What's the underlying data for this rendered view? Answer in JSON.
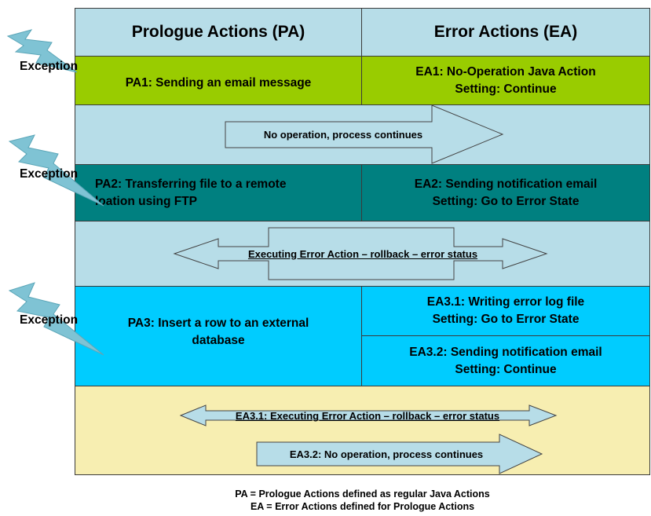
{
  "headers": {
    "prologue": "Prologue Actions (PA)",
    "error": "Error Actions (EA)"
  },
  "colors": {
    "header_bg": "#b7dde8",
    "band_bg": "#b7dde8",
    "row1_bg": "#99cc00",
    "row2_bg": "#008080",
    "row3_bg": "#00ccff",
    "row4_bg": "#f7eeb1",
    "arrow_fill": "#b7dde8",
    "lightning_fill": "#7fc3d4",
    "border": "#3a3a3a"
  },
  "rows": [
    {
      "exception": "Exception",
      "pa": "PA1: Sending an email message",
      "ea": [
        "EA1: No-Operation Java Action",
        "Setting: Continue"
      ]
    },
    {
      "exception": "Exception",
      "pa": [
        "PA2: Transferring file to a remote",
        "loation using FTP"
      ],
      "ea": [
        "EA2: Sending notification email",
        "Setting: Go to Error State"
      ]
    },
    {
      "exception": "Exception",
      "pa": [
        "PA3: Insert a row to an external",
        "database"
      ],
      "ea1": [
        "EA3.1: Writing error log file",
        "Setting: Go to Error State"
      ],
      "ea2": [
        "EA3.2: Sending notification email",
        "Setting: Continue"
      ]
    }
  ],
  "arrows": {
    "band1": "No operation, process continues",
    "band2": "Executing Error Action – rollback – error status",
    "band3_top": "EA3.1: Executing Error Action – rollback – error status",
    "band3_bottom": "EA3.2: No operation, process continues"
  },
  "footer": [
    "PA = Prologue Actions defined as regular Java Actions",
    "EA = Error Actions defined for Prologue Actions"
  ]
}
